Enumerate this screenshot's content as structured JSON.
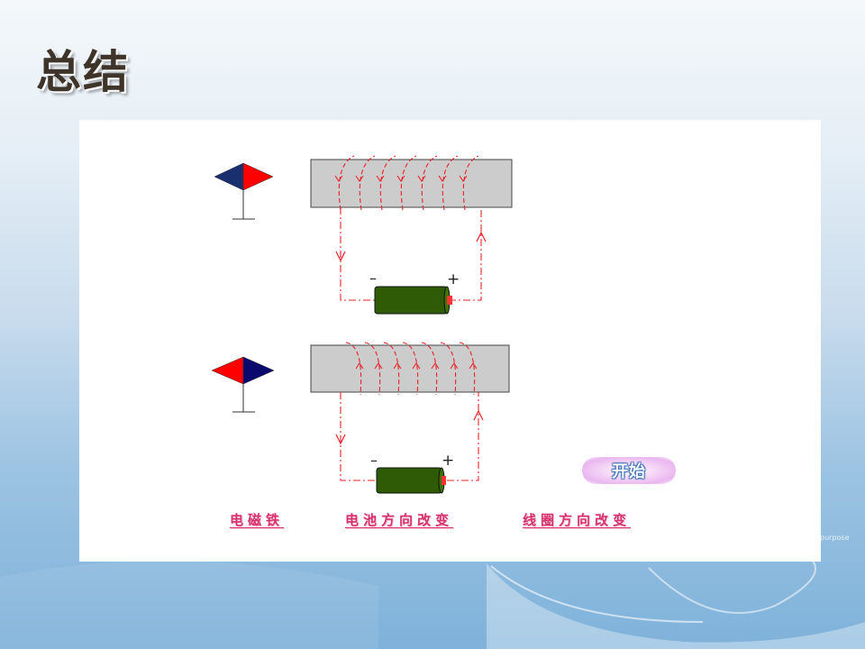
{
  "slide": {
    "title": "总结"
  },
  "diagram": {
    "top": {
      "battery_minus": "–",
      "battery_plus": "+"
    },
    "bottom": {
      "battery_minus": "–",
      "battery_plus": "+"
    }
  },
  "labels": {
    "electromagnet": "电磁铁",
    "battery_direction": "电池方向改变",
    "coil_direction": "线圈方向改变"
  },
  "buttons": {
    "start": "开始"
  },
  "background": {
    "corner_text": "purpose"
  },
  "colors": {
    "wire": "#e8232a",
    "core": "#cccccc",
    "battery": "#2f5b06",
    "needle_red": "#ff0000",
    "needle_navy": "#1a2f6e",
    "needle_blue": "#0a0a6e",
    "label": "#d6336c"
  }
}
